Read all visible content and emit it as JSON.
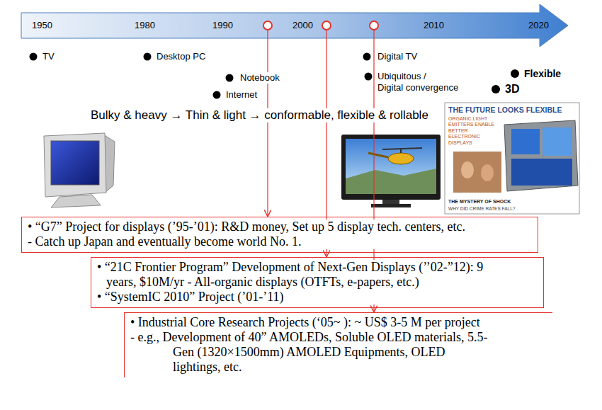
{
  "diagram": {
    "nodes": [
      {
        "text": [
          "• “G7” Project for displays (’95-’01): R&D money, Set up 5 display tech. centers, etc.",
          "- Catch up Japan and eventually become world No. 1."
        ]
      },
      {
        "text": [
          "• “21C Frontier Program” Development of Next-Gen Displays (’’02-”12): 9 years, $10M/yr - All-organic displays (OTFTs, e-papers, etc.)",
          "• “SystemIC 2010” Project (’01-’11)"
        ]
      },
      {
        "text": [
          "• Industrial Core Research Projects (‘05~ ): ~ US$ 3-5 M per project",
          "- e.g., Development of 40” AMOLEDs, Soluble OLED materials, 5.5-Gen (1320×1500mm) AMOLED Equipments, OLED lightings, etc."
        ]
      }
    ],
    "edges": [],
    "labels": [
      "1950",
      "1980",
      "1990",
      "2000",
      "2010",
      "2020",
      "TV",
      "Desktop PC",
      "Notebook",
      "Internet",
      "Digital TV",
      "Ubiquitous / Digital convergence",
      "Flexible",
      "3D",
      "Bulky & heavy → Thin & light → conformable, flexible & rollable",
      "THE FUTURE LOOKS FLEXIBLE",
      "ORGANIC LIGHT EMITTERS ENABLE BETTER ELECTRONIC DISPLAYS",
      "THE MYSTERY OF SHOCK",
      "WHY DID CRIME RATES FALL?"
    ]
  }
}
